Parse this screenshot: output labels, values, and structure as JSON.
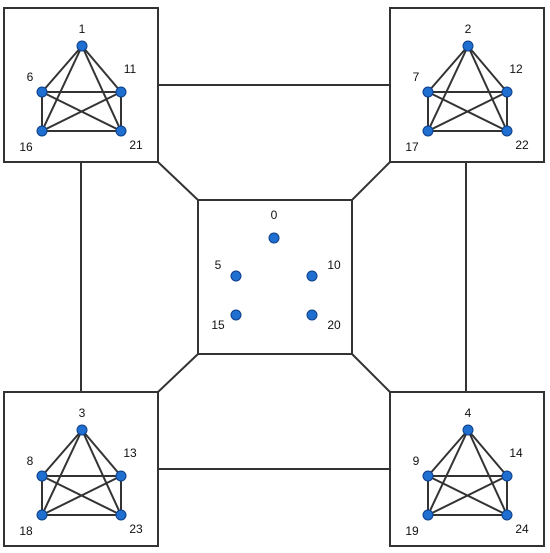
{
  "diagram": {
    "node_color": "#1f6fd1",
    "node_stroke": "#0d3f86",
    "line_color": "#333333",
    "clusters": [
      {
        "id": "top-left",
        "nodes": [
          "1",
          "6",
          "11",
          "16",
          "21"
        ]
      },
      {
        "id": "top-right",
        "nodes": [
          "2",
          "7",
          "12",
          "17",
          "22"
        ]
      },
      {
        "id": "bottom-left",
        "nodes": [
          "3",
          "8",
          "13",
          "18",
          "23"
        ]
      },
      {
        "id": "bottom-right",
        "nodes": [
          "4",
          "9",
          "14",
          "19",
          "24"
        ]
      }
    ],
    "center": {
      "nodes": [
        "0",
        "5",
        "10",
        "15",
        "20"
      ]
    }
  }
}
